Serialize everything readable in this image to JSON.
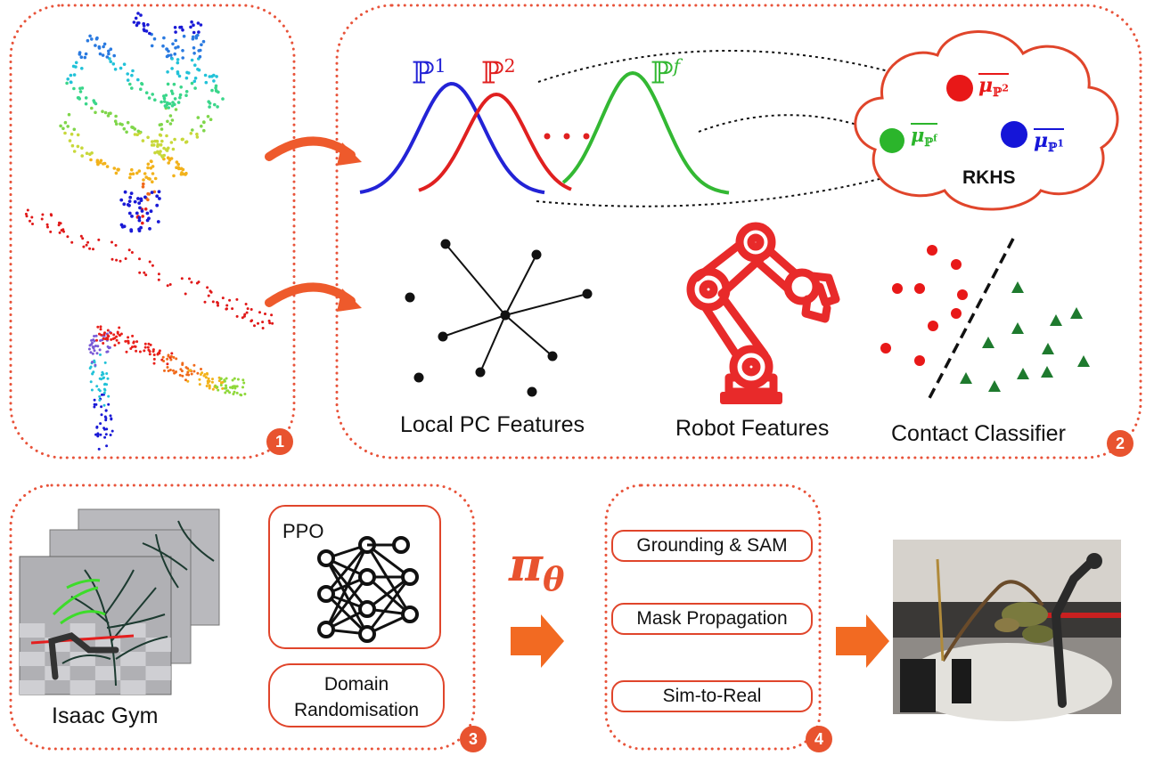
{
  "panel1": {
    "badge": "1"
  },
  "panel2": {
    "badge": "2",
    "distributions": [
      {
        "label": "ℙ",
        "sup": "1",
        "color": "#2323d6"
      },
      {
        "label": "ℙ",
        "sup": "2",
        "color": "#e02020"
      },
      {
        "label": "ℙ",
        "sup": "f",
        "color": "#33b833"
      }
    ],
    "rkhs": {
      "label": "RKHS",
      "embeddings": [
        {
          "label": "μ",
          "sub": "ℙ",
          "sup": "2",
          "color": "#e81818"
        },
        {
          "label": "μ",
          "sub": "ℙ",
          "sup": "f",
          "color": "#2bb52b"
        },
        {
          "label": "μ",
          "sub": "ℙ",
          "sup": "1",
          "color": "#1515d8"
        }
      ]
    },
    "feature_labels": {
      "local_pc": "Local PC Features",
      "robot": "Robot Features",
      "classifier": "Contact Classifier"
    }
  },
  "panel3": {
    "badge": "3",
    "sim_label": "Isaac Gym",
    "ppo_label": "PPO",
    "domain_rand": [
      "Domain",
      "Randomisation"
    ]
  },
  "policy_symbol": {
    "pi": "π",
    "sub": "θ"
  },
  "panel4": {
    "badge": "4",
    "steps": [
      "Grounding & SAM",
      "Mask Propagation",
      "Sim-to-Real"
    ]
  },
  "colors": {
    "accent": "#e8532f",
    "dotted_border": "#e8533a",
    "red": "#e02020",
    "green": "#33b833",
    "blue": "#2323d6",
    "triangle_green": "#1e7a2e"
  }
}
